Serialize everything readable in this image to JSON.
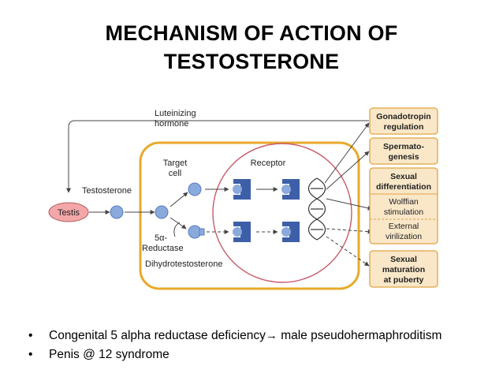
{
  "title": {
    "line1": "MECHANISM OF ACTION OF",
    "line2": "TESTOSTERONE"
  },
  "diagram": {
    "lh_label_line1": "Luteinizing",
    "lh_label_line2": "hormone",
    "testis": "Testis",
    "testosterone": "Testosterone",
    "target_cell_line1": "Target",
    "target_cell_line2": "cell",
    "receptor": "Receptor",
    "reductase_line1": "5α-",
    "reductase_line2": "Reductase",
    "dihydrotestosterone": "Dihydrotestosterone",
    "effects": [
      {
        "line1": "Gonadotropin",
        "line2": "regulation"
      },
      {
        "line1": "Spermato-",
        "line2": "genesis"
      },
      {
        "line1": "Sexual",
        "line2": "differentiation"
      },
      {
        "line1": "Wolffian",
        "line2": "stimulation"
      },
      {
        "line1": "External",
        "line2": "virilization"
      },
      {
        "line1": "Sexual",
        "line2": "maturation",
        "line3": "at puberty"
      }
    ],
    "colors": {
      "cell_border": "#e8a92a",
      "nucleus_border": "#c95b6a",
      "effect_fill": "#f9e7c8",
      "effect_border": "#e2a341",
      "testis_fill": "#f4a7a9",
      "molecule": "#8aa9dc",
      "receptor": "#3d5fa8"
    }
  },
  "bullets": [
    {
      "text": "Congenital 5 alpha reductase deficiency",
      "arrow": "→",
      "after": " male pseudohermaphroditism"
    },
    {
      "text": "Penis @ 12 syndrome"
    }
  ]
}
